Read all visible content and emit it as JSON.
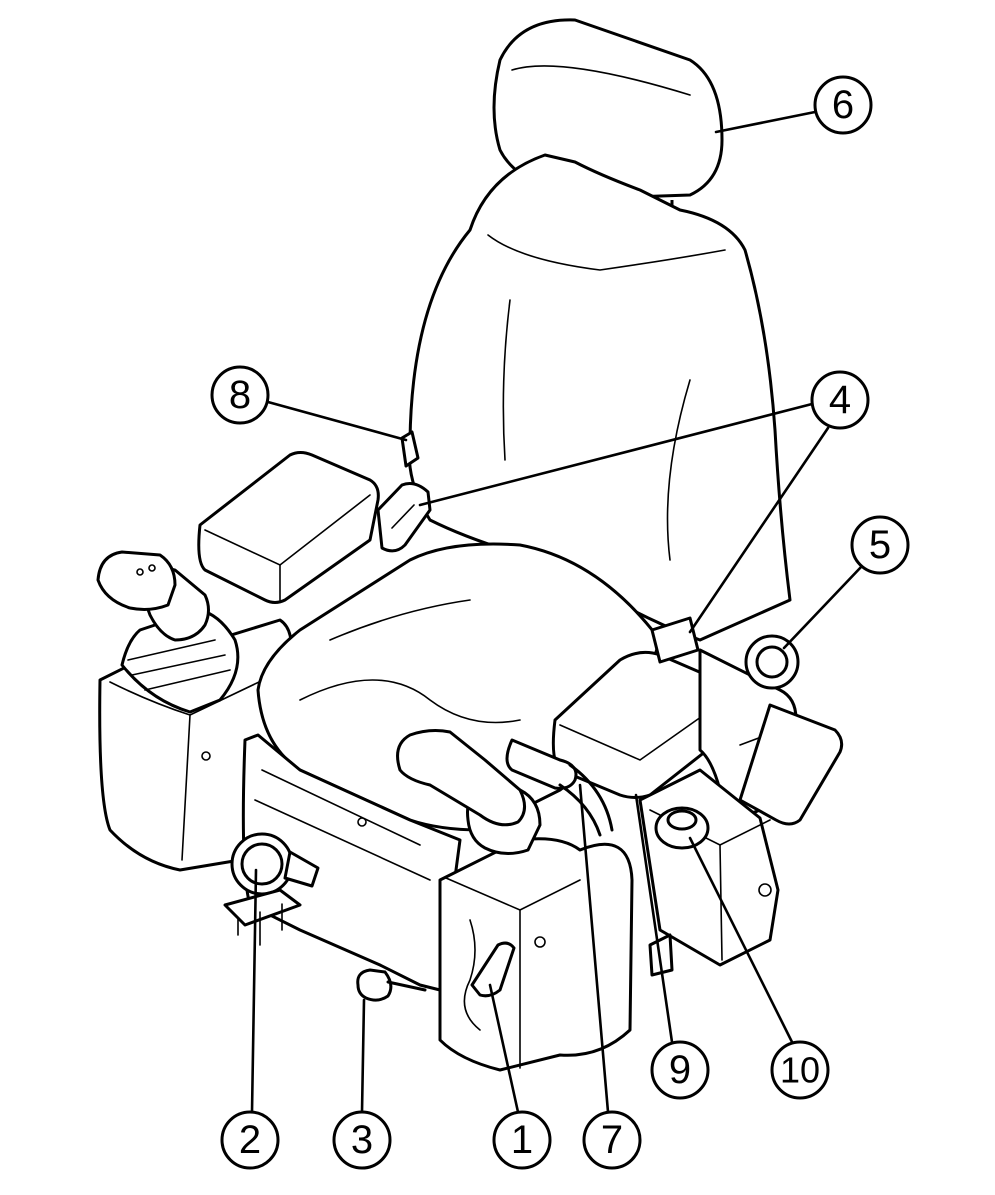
{
  "diagram": {
    "callouts": [
      {
        "label": "1"
      },
      {
        "label": "2"
      },
      {
        "label": "3"
      },
      {
        "label": "4"
      },
      {
        "label": "5"
      },
      {
        "label": "6"
      },
      {
        "label": "7"
      },
      {
        "label": "8"
      },
      {
        "label": "9"
      },
      {
        "label": "10"
      }
    ]
  }
}
